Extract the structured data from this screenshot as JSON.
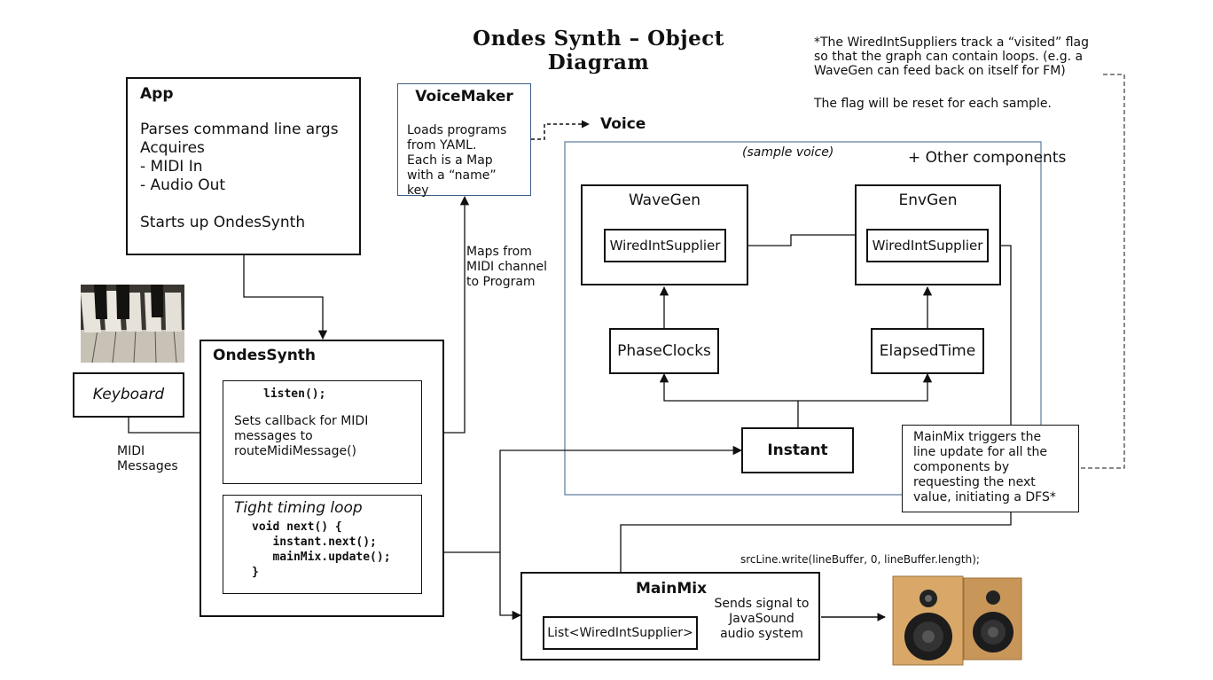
{
  "title": "Ondes Synth – Object Diagram",
  "top_note": {
    "line1": "*The WiredIntSuppliers track a “visited” flag\nso that the graph can contain loops. (e.g. a\nWaveGen can feed back on itself for FM)",
    "line2": "The flag will be reset for each sample."
  },
  "app": {
    "name": "App",
    "body": "Parses command line args\nAcquires\n- MIDI In\n- Audio Out\n\nStarts up OndesSynth"
  },
  "voicemaker": {
    "name": "VoiceMaker",
    "body": "Loads programs\nfrom YAML.\nEach is a Map\nwith a “name” key"
  },
  "voice_label": "Voice",
  "voice_area": {
    "sample_label": "(sample voice)",
    "other_label": "+ Other components"
  },
  "wavegen": {
    "name": "WaveGen",
    "supplier": "WiredIntSupplier"
  },
  "envgen": {
    "name": "EnvGen",
    "supplier": "WiredIntSupplier"
  },
  "phaseclocks": "PhaseClocks",
  "elapsedtime": "ElapsedTime",
  "instant": "Instant",
  "mainmix_note": "MainMix triggers the\nline update for all the\ncomponents by\nrequesting the next\nvalue, initiating a DFS*",
  "maps_label": "Maps from\nMIDI channel\nto Program",
  "keyboard": "Keyboard",
  "midi_messages": "MIDI\nMessages",
  "ondessynth": {
    "name": "OndesSynth",
    "listen_code": "listen();",
    "listen_body": "Sets callback for MIDI\nmessages to\nrouteMidiMessage()",
    "loop_title": "Tight timing loop",
    "loop_code": "void next() {\n   instant.next();\n   mainMix.update();\n}"
  },
  "srcline": "srcLine.write(lineBuffer, 0, lineBuffer.length);",
  "mainmix": {
    "name": "MainMix",
    "list": "List<WiredIntSupplier>",
    "sends": "Sends signal to\nJavaSound\naudio system"
  },
  "colors": {
    "voice_border": "#5a7a99",
    "box_border": "#111111",
    "voicemaker_border": "#3b5f86"
  }
}
